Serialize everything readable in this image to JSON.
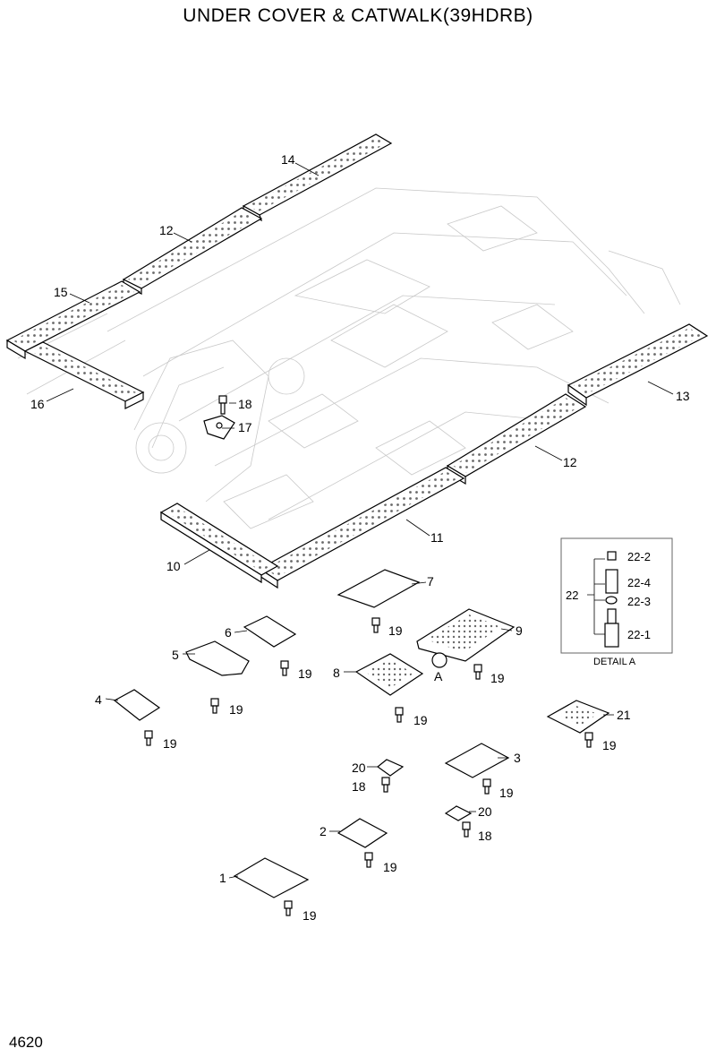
{
  "title": "UNDER COVER & CATWALK(39HDRB)",
  "page_number": "4620",
  "detail": {
    "title": "DETAIL A",
    "group_label": "22",
    "items": [
      "22-2",
      "22-4",
      "22-3",
      "22-1"
    ],
    "callout": "A"
  },
  "callouts": {
    "c14": "14",
    "c12a": "12",
    "c15": "15",
    "c16": "16",
    "c18a": "18",
    "c17": "17",
    "c13": "13",
    "c12b": "12",
    "c11": "11",
    "c10": "10",
    "c7": "7",
    "c19a": "19",
    "c6": "6",
    "c9": "9",
    "c5": "5",
    "c19b": "19",
    "c8": "8",
    "c19c": "19",
    "c19d": "19",
    "c4": "4",
    "c19e": "19",
    "c19f": "19",
    "c21": "21",
    "c19g": "19",
    "c20a": "20",
    "c18b": "18",
    "c3": "3",
    "c19h": "19",
    "c20b": "20",
    "c18c": "18",
    "c2": "2",
    "c19i": "19",
    "c1": "1",
    "c19j": "19"
  }
}
